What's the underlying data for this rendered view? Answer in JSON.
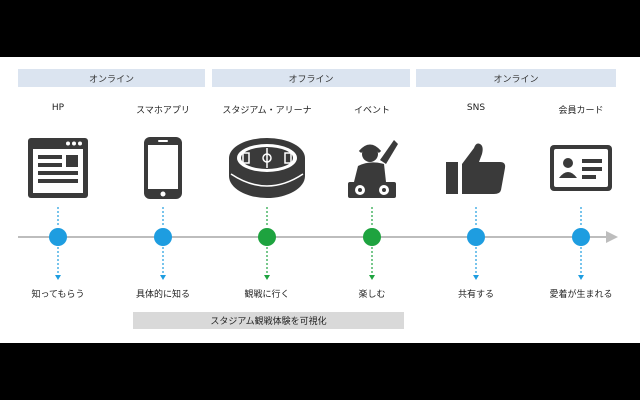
{
  "categories": [
    {
      "label": "オンライン"
    },
    {
      "label": "オフライン"
    },
    {
      "label": "オンライン"
    }
  ],
  "touchpoints": [
    {
      "label": "HP",
      "icon": "browser-window-icon",
      "action": "知ってもらう",
      "color": "#1e9de0"
    },
    {
      "label": "スマホアプリ",
      "icon": "smartphone-icon",
      "action": "具体的に知る",
      "color": "#1e9de0"
    },
    {
      "label": "スタジアム・アリーナ",
      "icon": "stadium-icon",
      "action": "観戦に行く",
      "color": "#1ea33f"
    },
    {
      "label": "イベント",
      "icon": "dj-icon",
      "action": "楽しむ",
      "color": "#1ea33f"
    },
    {
      "label": "SNS",
      "icon": "thumbs-up-icon",
      "action": "共有する",
      "color": "#1e9de0"
    },
    {
      "label": "会員カード",
      "icon": "member-card-icon",
      "action": "愛着が生まれる",
      "color": "#1e9de0"
    }
  ],
  "banner": "スタジアム観戦体験を可視化",
  "colors": {
    "category_bg": "#dbe4f0",
    "icon": "#3a3a3a",
    "timeline": "#bdbdbd",
    "banner_bg": "#d9d9d9"
  }
}
